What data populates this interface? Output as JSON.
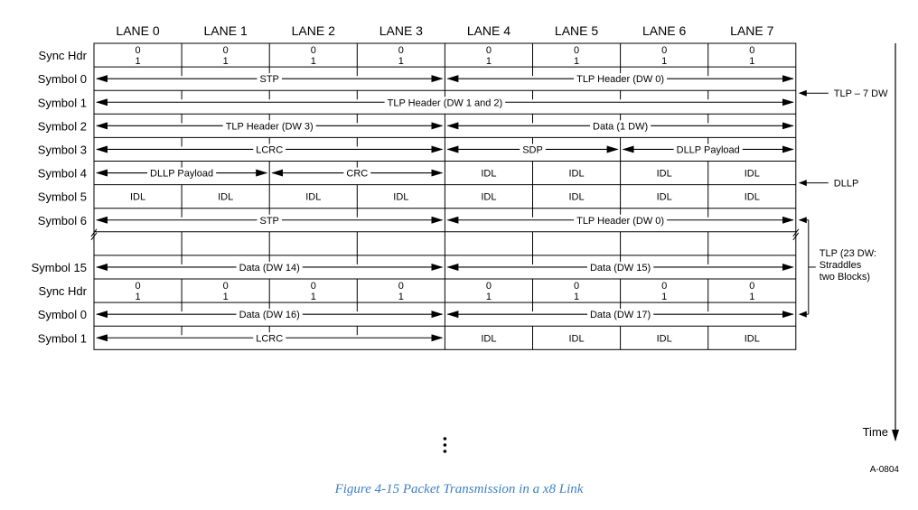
{
  "lanes": [
    "LANE 0",
    "LANE 1",
    "LANE 2",
    "LANE 3",
    "LANE 4",
    "LANE 5",
    "LANE 6",
    "LANE 7"
  ],
  "rows": [
    {
      "label": "Sync Hdr",
      "sync": true,
      "bits": [
        "0",
        "1"
      ]
    },
    {
      "label": "Symbol 0",
      "cells": [
        {
          "type": "arrow",
          "from": 0,
          "to": 4,
          "text": "STP"
        },
        {
          "type": "arrow",
          "from": 4,
          "to": 8,
          "text": "TLP Header (DW 0)"
        }
      ]
    },
    {
      "label": "Symbol 1",
      "cells": [
        {
          "type": "arrow",
          "from": 0,
          "to": 8,
          "text": "TLP Header (DW 1 and 2)"
        }
      ]
    },
    {
      "label": "Symbol 2",
      "cells": [
        {
          "type": "arrow",
          "from": 0,
          "to": 4,
          "text": "TLP Header (DW 3)"
        },
        {
          "type": "arrow",
          "from": 4,
          "to": 8,
          "text": "Data (1 DW)"
        }
      ]
    },
    {
      "label": "Symbol 3",
      "cells": [
        {
          "type": "arrow",
          "from": 0,
          "to": 4,
          "text": "LCRC"
        },
        {
          "type": "arrow",
          "from": 4,
          "to": 6,
          "text": "SDP"
        },
        {
          "type": "arrow",
          "from": 6,
          "to": 8,
          "text": "DLLP Payload"
        }
      ]
    },
    {
      "label": "Symbol 4",
      "cells": [
        {
          "type": "arrow",
          "from": 0,
          "to": 2,
          "text": "DLLP Payload"
        },
        {
          "type": "arrow",
          "from": 2,
          "to": 4,
          "text": "CRC"
        },
        {
          "type": "text",
          "from": 4,
          "to": 5,
          "text": "IDL"
        },
        {
          "type": "text",
          "from": 5,
          "to": 6,
          "text": "IDL"
        },
        {
          "type": "text",
          "from": 6,
          "to": 7,
          "text": "IDL"
        },
        {
          "type": "text",
          "from": 7,
          "to": 8,
          "text": "IDL"
        }
      ]
    },
    {
      "label": "Symbol 5",
      "cells": [
        {
          "type": "text",
          "from": 0,
          "to": 1,
          "text": "IDL"
        },
        {
          "type": "text",
          "from": 1,
          "to": 2,
          "text": "IDL"
        },
        {
          "type": "text",
          "from": 2,
          "to": 3,
          "text": "IDL"
        },
        {
          "type": "text",
          "from": 3,
          "to": 4,
          "text": "IDL"
        },
        {
          "type": "text",
          "from": 4,
          "to": 5,
          "text": "IDL"
        },
        {
          "type": "text",
          "from": 5,
          "to": 6,
          "text": "IDL"
        },
        {
          "type": "text",
          "from": 6,
          "to": 7,
          "text": "IDL"
        },
        {
          "type": "text",
          "from": 7,
          "to": 8,
          "text": "IDL"
        }
      ]
    },
    {
      "label": "Symbol 6",
      "cells": [
        {
          "type": "arrow",
          "from": 0,
          "to": 4,
          "text": "STP"
        },
        {
          "type": "arrow",
          "from": 4,
          "to": 8,
          "text": "TLP Header (DW 0)"
        }
      ]
    },
    {
      "label": "",
      "gap": true,
      "cells": []
    },
    {
      "label": "Symbol 15",
      "cells": [
        {
          "type": "arrow",
          "from": 0,
          "to": 4,
          "text": "Data (DW 14)"
        },
        {
          "type": "arrow",
          "from": 4,
          "to": 8,
          "text": "Data (DW 15)"
        }
      ]
    },
    {
      "label": "Sync Hdr",
      "sync": true,
      "bits": [
        "0",
        "1"
      ]
    },
    {
      "label": "Symbol 0",
      "cells": [
        {
          "type": "arrow",
          "from": 0,
          "to": 4,
          "text": "Data (DW 16)"
        },
        {
          "type": "arrow",
          "from": 4,
          "to": 8,
          "text": "Data (DW 17)"
        }
      ]
    },
    {
      "label": "Symbol 1",
      "cells": [
        {
          "type": "arrow",
          "from": 0,
          "to": 4,
          "text": "LCRC"
        },
        {
          "type": "text",
          "from": 4,
          "to": 5,
          "text": "IDL"
        },
        {
          "type": "text",
          "from": 5,
          "to": 6,
          "text": "IDL"
        },
        {
          "type": "text",
          "from": 6,
          "to": 7,
          "text": "IDL"
        },
        {
          "type": "text",
          "from": 7,
          "to": 8,
          "text": "IDL"
        }
      ]
    }
  ],
  "annotations": {
    "tlp7": "TLP – 7 DW",
    "dllp": "DLLP",
    "tlp23": [
      "TLP (23 DW:",
      "Straddles",
      "two Blocks)"
    ]
  },
  "time_label": "Time",
  "ellipsis": "⋮",
  "figure_id": "A-0804",
  "caption": "Figure 4-15 Packet Transmission in a x8 Link"
}
